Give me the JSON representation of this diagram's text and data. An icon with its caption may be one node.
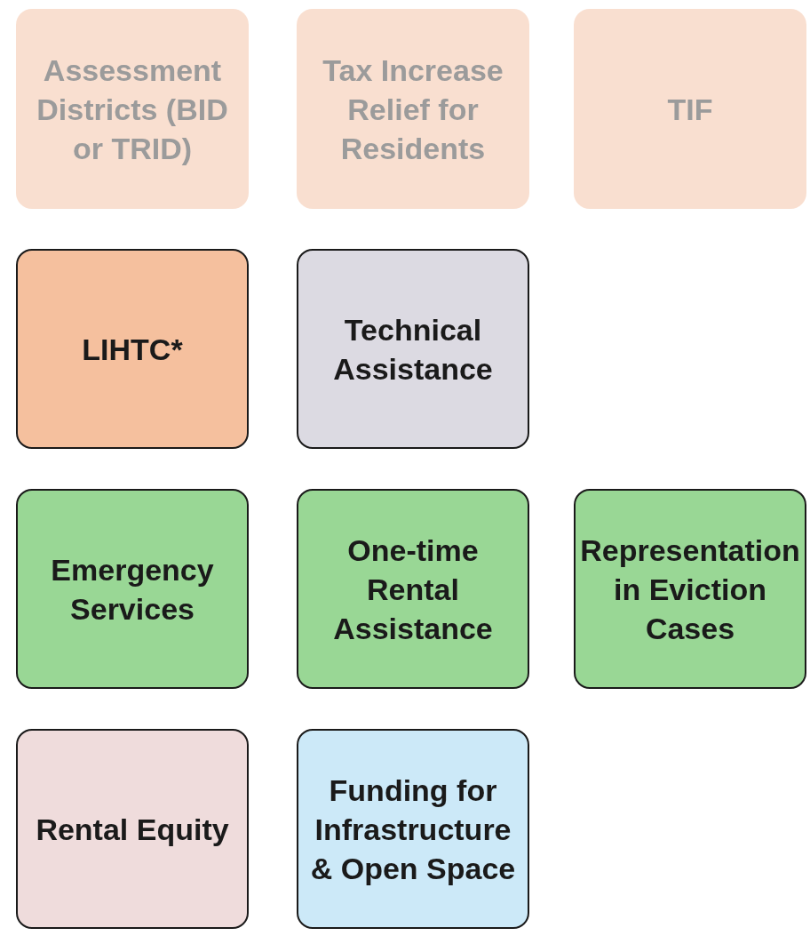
{
  "diagram": {
    "nodes": [
      {
        "text": [
          "Assessment Districts (BID or TRID)"
        ]
      },
      {
        "text": [
          "Tax Increase Relief for Residents"
        ]
      },
      {
        "text": [
          "TIF"
        ]
      },
      {
        "text": [
          "LIHTC*"
        ]
      },
      {
        "text": [
          "Technical Assistance"
        ]
      },
      {
        "text": [
          "Emergency Services"
        ]
      },
      {
        "text": [
          "One-time Rental Assistance"
        ]
      },
      {
        "text": [
          "Representation in Eviction Cases"
        ]
      },
      {
        "text": [
          "Rental Equity"
        ]
      },
      {
        "text": [
          "Funding for Infrastructure & Open Space"
        ]
      }
    ]
  }
}
